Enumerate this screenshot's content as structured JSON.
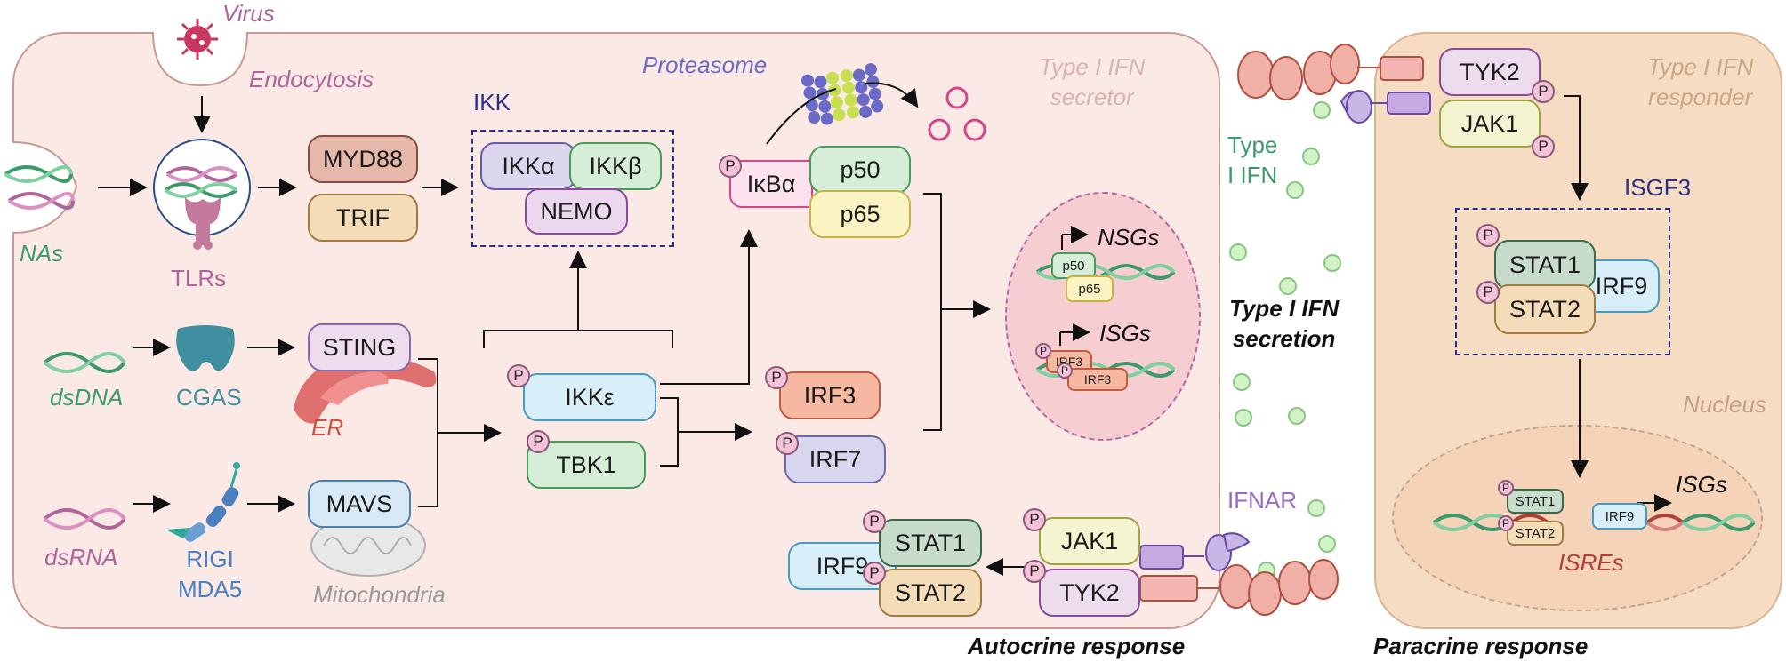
{
  "labels": {
    "virus": "Virus",
    "endocytosis": "Endocytosis",
    "nas": "NAs",
    "tlrs": "TLRs",
    "myd88": "MYD88",
    "trif": "TRIF",
    "ikk": "IKK",
    "ikk_alpha": "IKKα",
    "ikk_beta": "IKKβ",
    "nemo": "NEMO",
    "proteasome": "Proteasome",
    "ikba": "IκBα",
    "p50": "p50",
    "p65": "p65",
    "type1_secretor_line1": "Type I IFN",
    "type1_secretor_line2": "secretor",
    "dsdna": "dsDNA",
    "cgas": "CGAS",
    "sting": "STING",
    "er": "ER",
    "ikk_epsilon": "IKKε",
    "tbk1": "TBK1",
    "irf3": "IRF3",
    "irf7": "IRF7",
    "nsgs": "NSGs",
    "isgs": "ISGs",
    "dsrna": "dsRNA",
    "rigi": "RIGI",
    "mda5": "MDA5",
    "mavs": "MAVS",
    "mitochondria": "Mitochondria",
    "irf9": "IRF9",
    "stat1": "STAT1",
    "stat2": "STAT2",
    "jak1": "JAK1",
    "tyk2": "TYK2",
    "ifnar": "IFNAR",
    "type1_ifn_line1": "Type",
    "type1_ifn_line2": "I IFN",
    "type1_secretion_line1": "Type I IFN",
    "type1_secretion_line2": "secretion",
    "autocrine": "Autocrine response",
    "paracrine": "Paracrine response",
    "type1_responder_line1": "Type I IFN",
    "type1_responder_line2": "responder",
    "isgf3": "ISGF3",
    "nucleus": "Nucleus",
    "isres": "ISREs",
    "p": "P"
  },
  "colors": {
    "secretor_cell": "#fbe9e6",
    "responder_cell": "#f7dcc4",
    "ifn_dot": "#c8efc0",
    "green_text": "#3a9a6a",
    "pink_text": "#b0649a",
    "blue_text": "#4a7fc0",
    "dark_blue": "#2b2f86"
  }
}
